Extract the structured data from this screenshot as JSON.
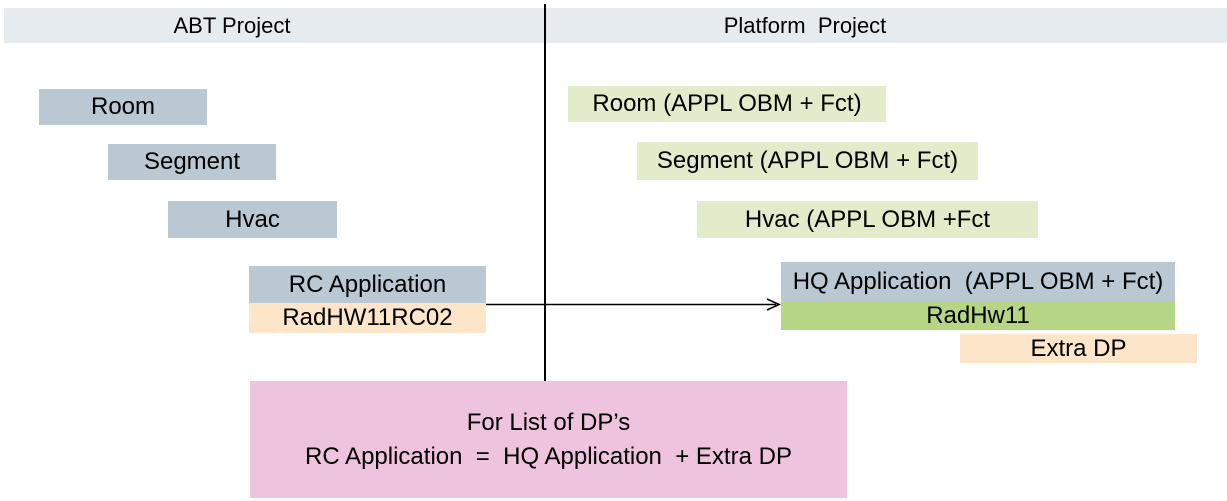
{
  "headers": {
    "left": "ABT Project",
    "right": "Platform  Project"
  },
  "abt": {
    "room": "Room",
    "segment": "Segment",
    "hvac": "Hvac",
    "rc_application": "RC Application",
    "rad_hw11_rc02": "RadHW11RC02"
  },
  "platform": {
    "room": "Room (APPL OBM + Fct)",
    "segment": "Segment (APPL OBM + Fct)",
    "hvac": "Hvac (APPL OBM +Fct",
    "hq_application": "HQ Application  (APPL OBM + Fct)",
    "rad_hw11": "RadHw11",
    "extra_dp": "Extra DP"
  },
  "note": {
    "line1": "For List of DP’s",
    "line2": "RC Application  =  HQ Application  + Extra DP"
  },
  "colors": {
    "header_bar": "#e6ebf0",
    "abt_box": "#b9c8d3",
    "platform_box": "#e2ecca",
    "rad_hw11_box": "#b6d686",
    "extra_dp_box": "#fce5c9",
    "note_box": "#eec3de",
    "line": "#000000"
  }
}
